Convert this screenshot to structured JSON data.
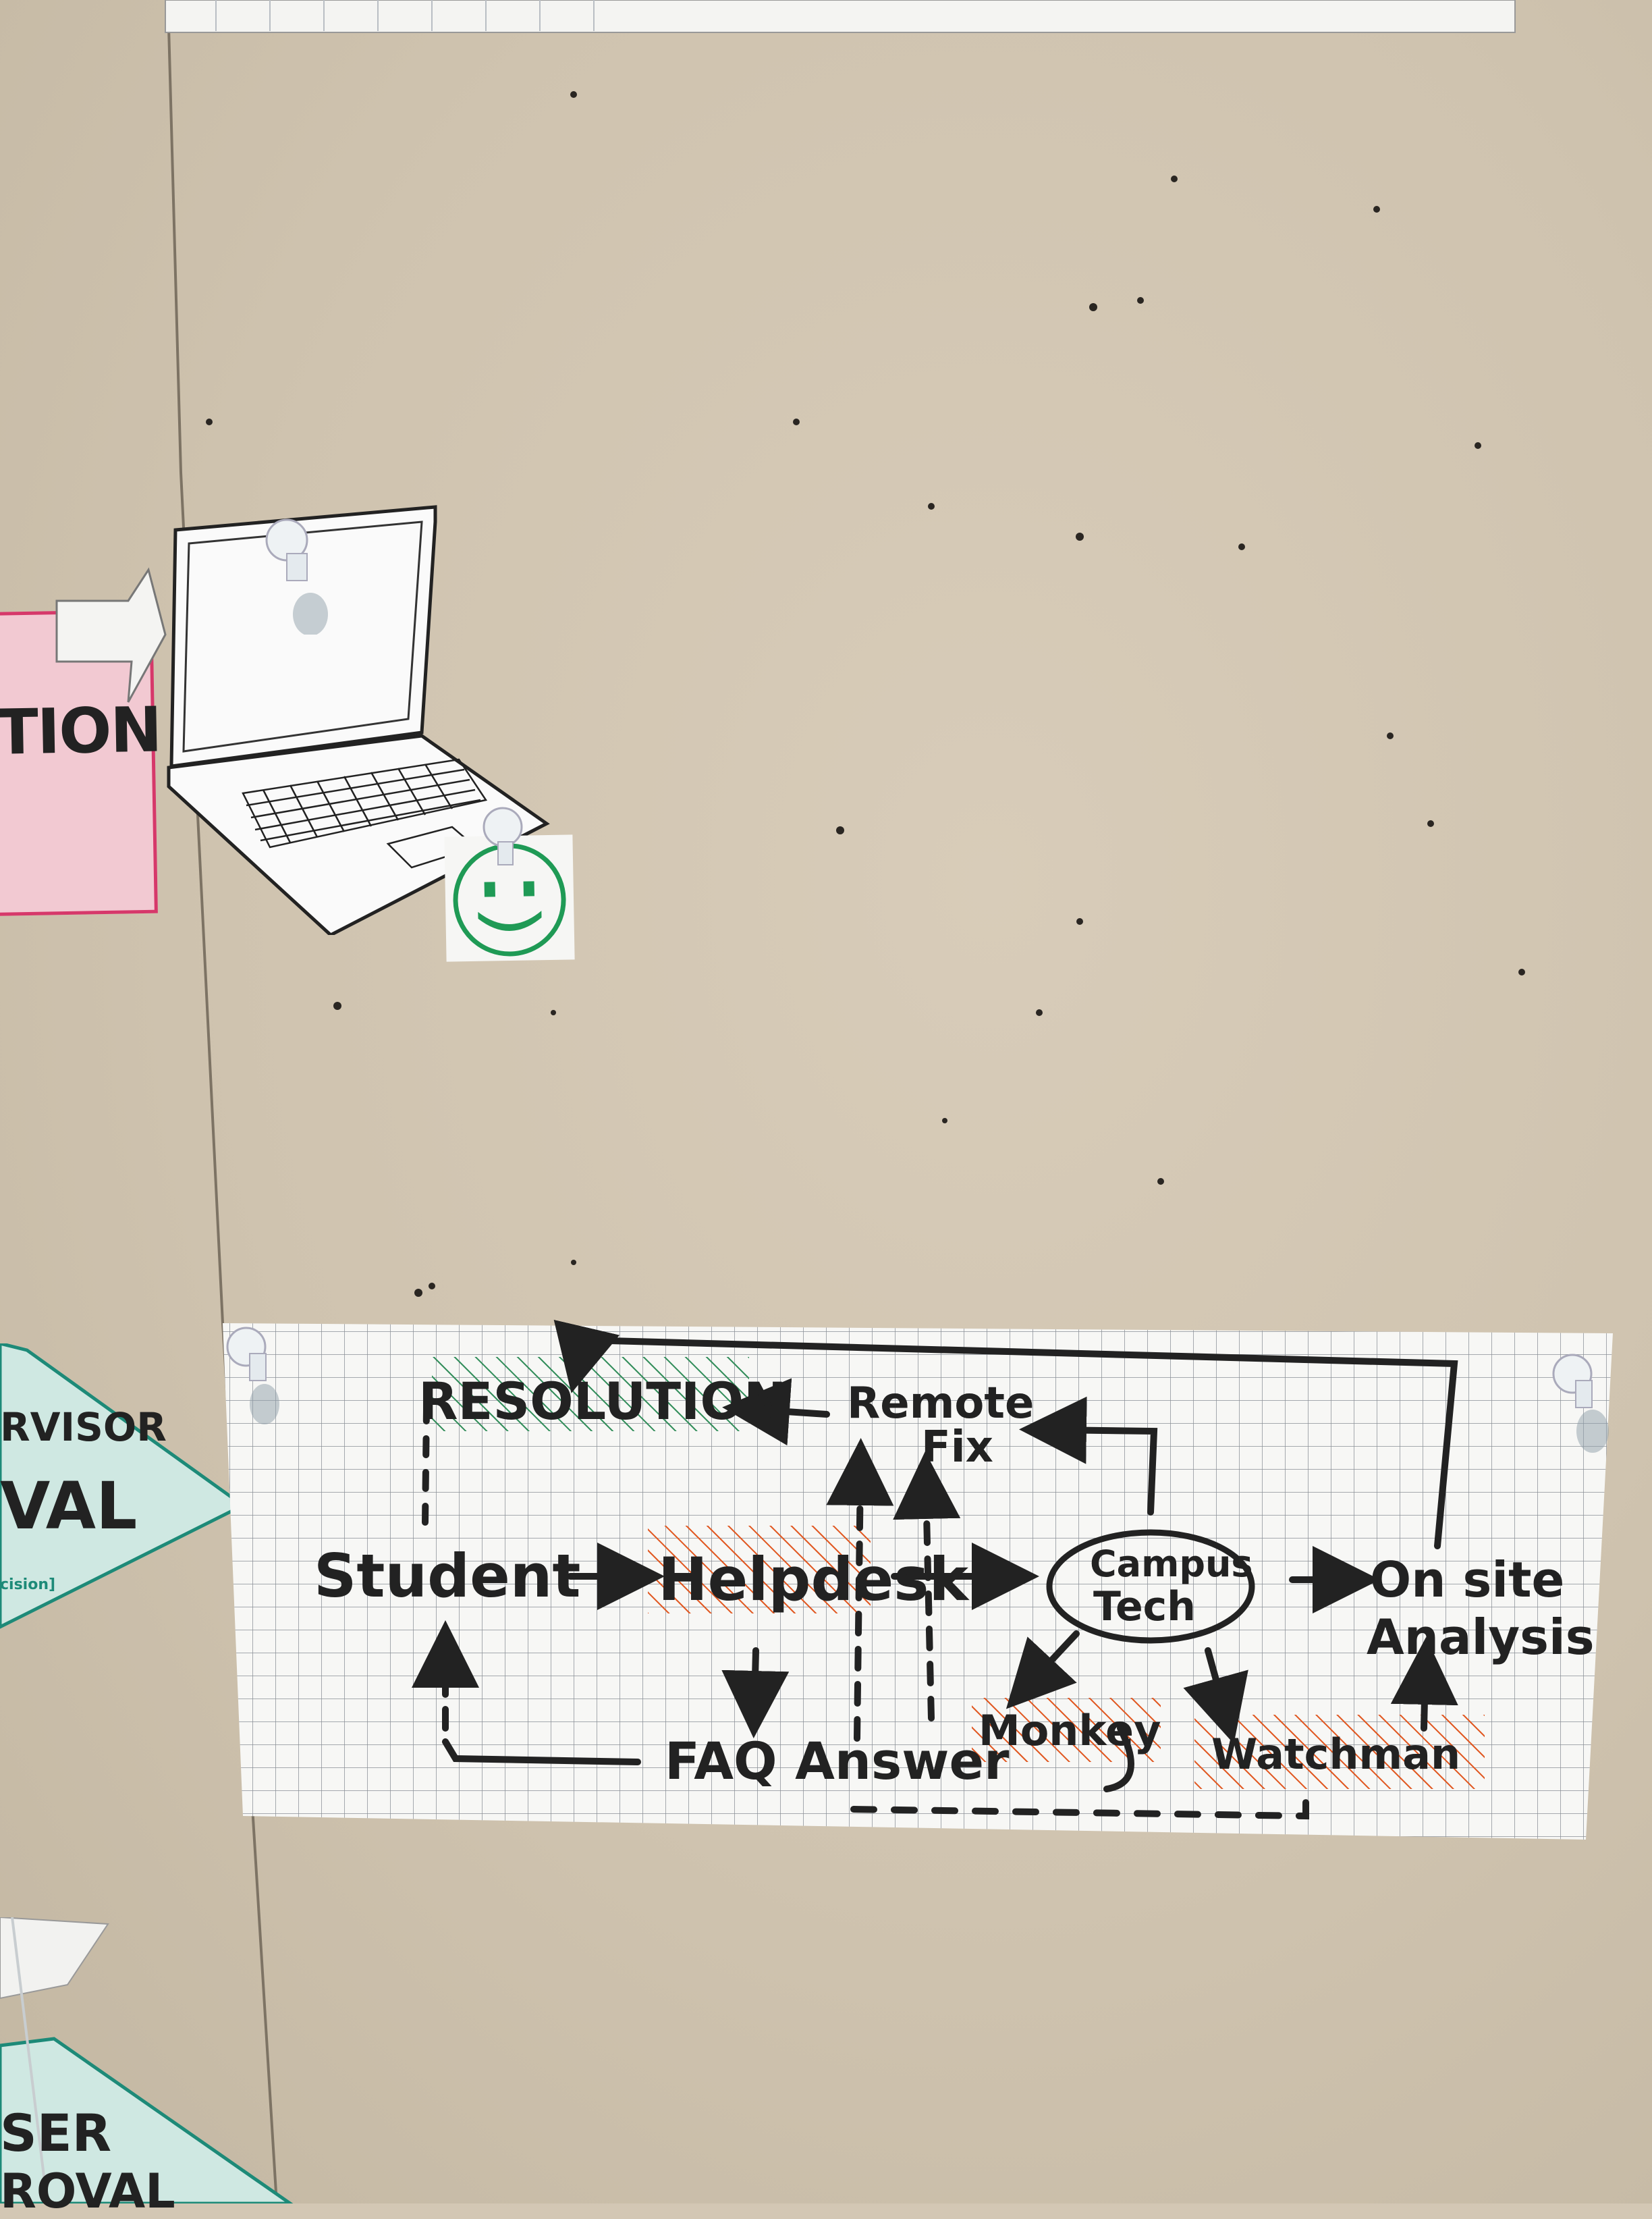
{
  "left_cards": {
    "pink_card_text": "TION",
    "teal_card_1_line1": "RVISOR",
    "teal_card_1_line2": "VAL",
    "teal_card_1_line3": "cision]",
    "teal_card_2_line1": "SER",
    "teal_card_2_line2": "ROVAL"
  },
  "flow_diagram": {
    "nodes": {
      "resolution": "RESOLUTION",
      "remote_fix_line1": "Remote",
      "remote_fix_line2": "Fix",
      "student": "Student",
      "helpdesk": "Helpdesk",
      "campus_tech_line1": "Campus",
      "campus_tech_line2": "Tech",
      "on_site_line1": "On site",
      "on_site_line2": "Analysis",
      "faq_answer": "FAQ Answer",
      "monkey": "Monkey",
      "watchman": "Watchman"
    },
    "colors": {
      "ink": "#222222",
      "green_hatch": "#2e8b57",
      "orange_hatch": "#e0541c",
      "grid_line": "#8a8f96"
    }
  },
  "stickers": {
    "laptop": "laptop-icon",
    "smiley": "smiley-icon",
    "arrow": "arrow-icon"
  }
}
